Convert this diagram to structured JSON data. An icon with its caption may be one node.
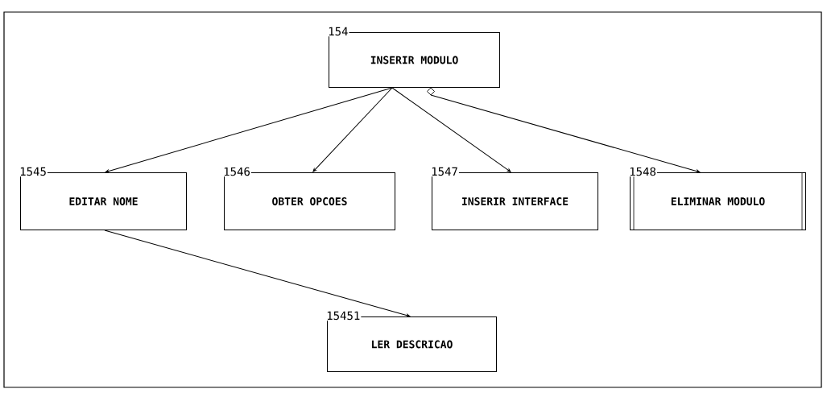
{
  "diagram": {
    "nodes": [
      {
        "text": [
          "154",
          "INSERIR MODULO"
        ]
      },
      {
        "text": [
          "1545",
          "EDITAR NOME"
        ]
      },
      {
        "text": [
          "1546",
          "OBTER OPCOES"
        ]
      },
      {
        "text": [
          "1547",
          "INSERIR INTERFACE"
        ]
      },
      {
        "text": [
          "1548",
          "ELIMINAR MODULO"
        ]
      },
      {
        "text": [
          "15451",
          "LER DESCRICAO"
        ]
      }
    ],
    "edges": [
      {
        "from": 0,
        "to": 1,
        "arrow": "to"
      },
      {
        "from": 0,
        "to": 2,
        "arrow": "to"
      },
      {
        "from": 0,
        "to": 3,
        "arrow": "to"
      },
      {
        "from": 0,
        "to": 4,
        "arrow": "to"
      },
      {
        "from": 1,
        "to": 5,
        "arrow": "to"
      }
    ]
  }
}
